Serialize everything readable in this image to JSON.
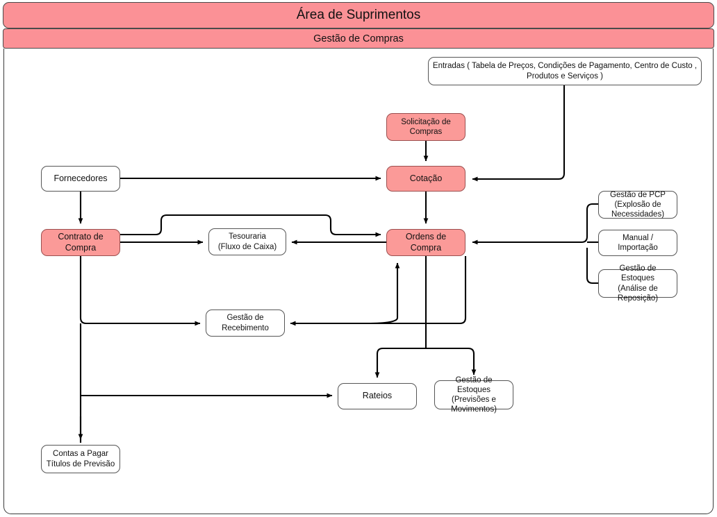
{
  "header": {
    "area_title": "Área de Suprimentos",
    "section_title": "Gestão de Compras"
  },
  "colors": {
    "accent_pink": "#fb9a98",
    "banner_pink": "#fb9196",
    "node_border": "#555555",
    "wire": "#000000",
    "frame_border": "#3a3a3a"
  },
  "nodes": {
    "entradas": {
      "label": "Entradas ( Tabela de Preços, Condições de Pagamento, Centro de Custo , Produtos e Serviços )",
      "style": "white"
    },
    "solicitacao": {
      "line1": "Solicitação de",
      "line2": "Compras",
      "style": "pink"
    },
    "cotacao": {
      "label": "Cotação",
      "style": "pink"
    },
    "fornecedores": {
      "label": "Fornecedores",
      "style": "white"
    },
    "contrato": {
      "label": "Contrato de Compra",
      "style": "pink"
    },
    "tesouraria": {
      "line1": "Tesouraria",
      "line2": "(Fluxo de Caixa)",
      "style": "white"
    },
    "ordens": {
      "label": "Ordens de Compra",
      "style": "pink"
    },
    "pcp": {
      "line1": "Gestão de PCP",
      "line2": "(Explosão de",
      "line3": "Necessidades)",
      "style": "white"
    },
    "manual": {
      "label": "Manual / Importação",
      "style": "white"
    },
    "estoques_analise": {
      "line1": "Gestão de Estoques",
      "line2": "(Análise de",
      "line3": "Reposição)",
      "style": "white"
    },
    "recebimento": {
      "line1": "Gestão de",
      "line2": "Recebimento",
      "style": "white"
    },
    "rateios": {
      "label": "Rateios",
      "style": "white"
    },
    "estoques_prev": {
      "line1": "Gestão de Estoques",
      "line2": "(Previsões e",
      "line3": "Movimentos)",
      "style": "white"
    },
    "contas_pagar": {
      "line1": "Contas a Pagar",
      "line2": "Títulos de Previsão",
      "style": "white"
    }
  },
  "flows": [
    {
      "from": "entradas",
      "to": "cotacao"
    },
    {
      "from": "solicitacao",
      "to": "cotacao"
    },
    {
      "from": "fornecedores",
      "to": "cotacao"
    },
    {
      "from": "fornecedores",
      "to": "contrato"
    },
    {
      "from": "cotacao",
      "to": "ordens"
    },
    {
      "from": "contrato",
      "to": "ordens"
    },
    {
      "from": "contrato",
      "to": "tesouraria"
    },
    {
      "from": "ordens",
      "to": "tesouraria"
    },
    {
      "from": "contrato",
      "to": "recebimento"
    },
    {
      "from": "ordens",
      "to": "recebimento"
    },
    {
      "from": "recebimento",
      "to": "ordens"
    },
    {
      "from": "contrato",
      "to": "rateios"
    },
    {
      "from": "contrato",
      "to": "contas_pagar"
    },
    {
      "from": "ordens",
      "to": "rateios"
    },
    {
      "from": "ordens",
      "to": "estoques_prev"
    },
    {
      "from": "pcp",
      "to": "ordens"
    },
    {
      "from": "manual",
      "to": "ordens"
    },
    {
      "from": "estoques_analise",
      "to": "ordens"
    }
  ]
}
